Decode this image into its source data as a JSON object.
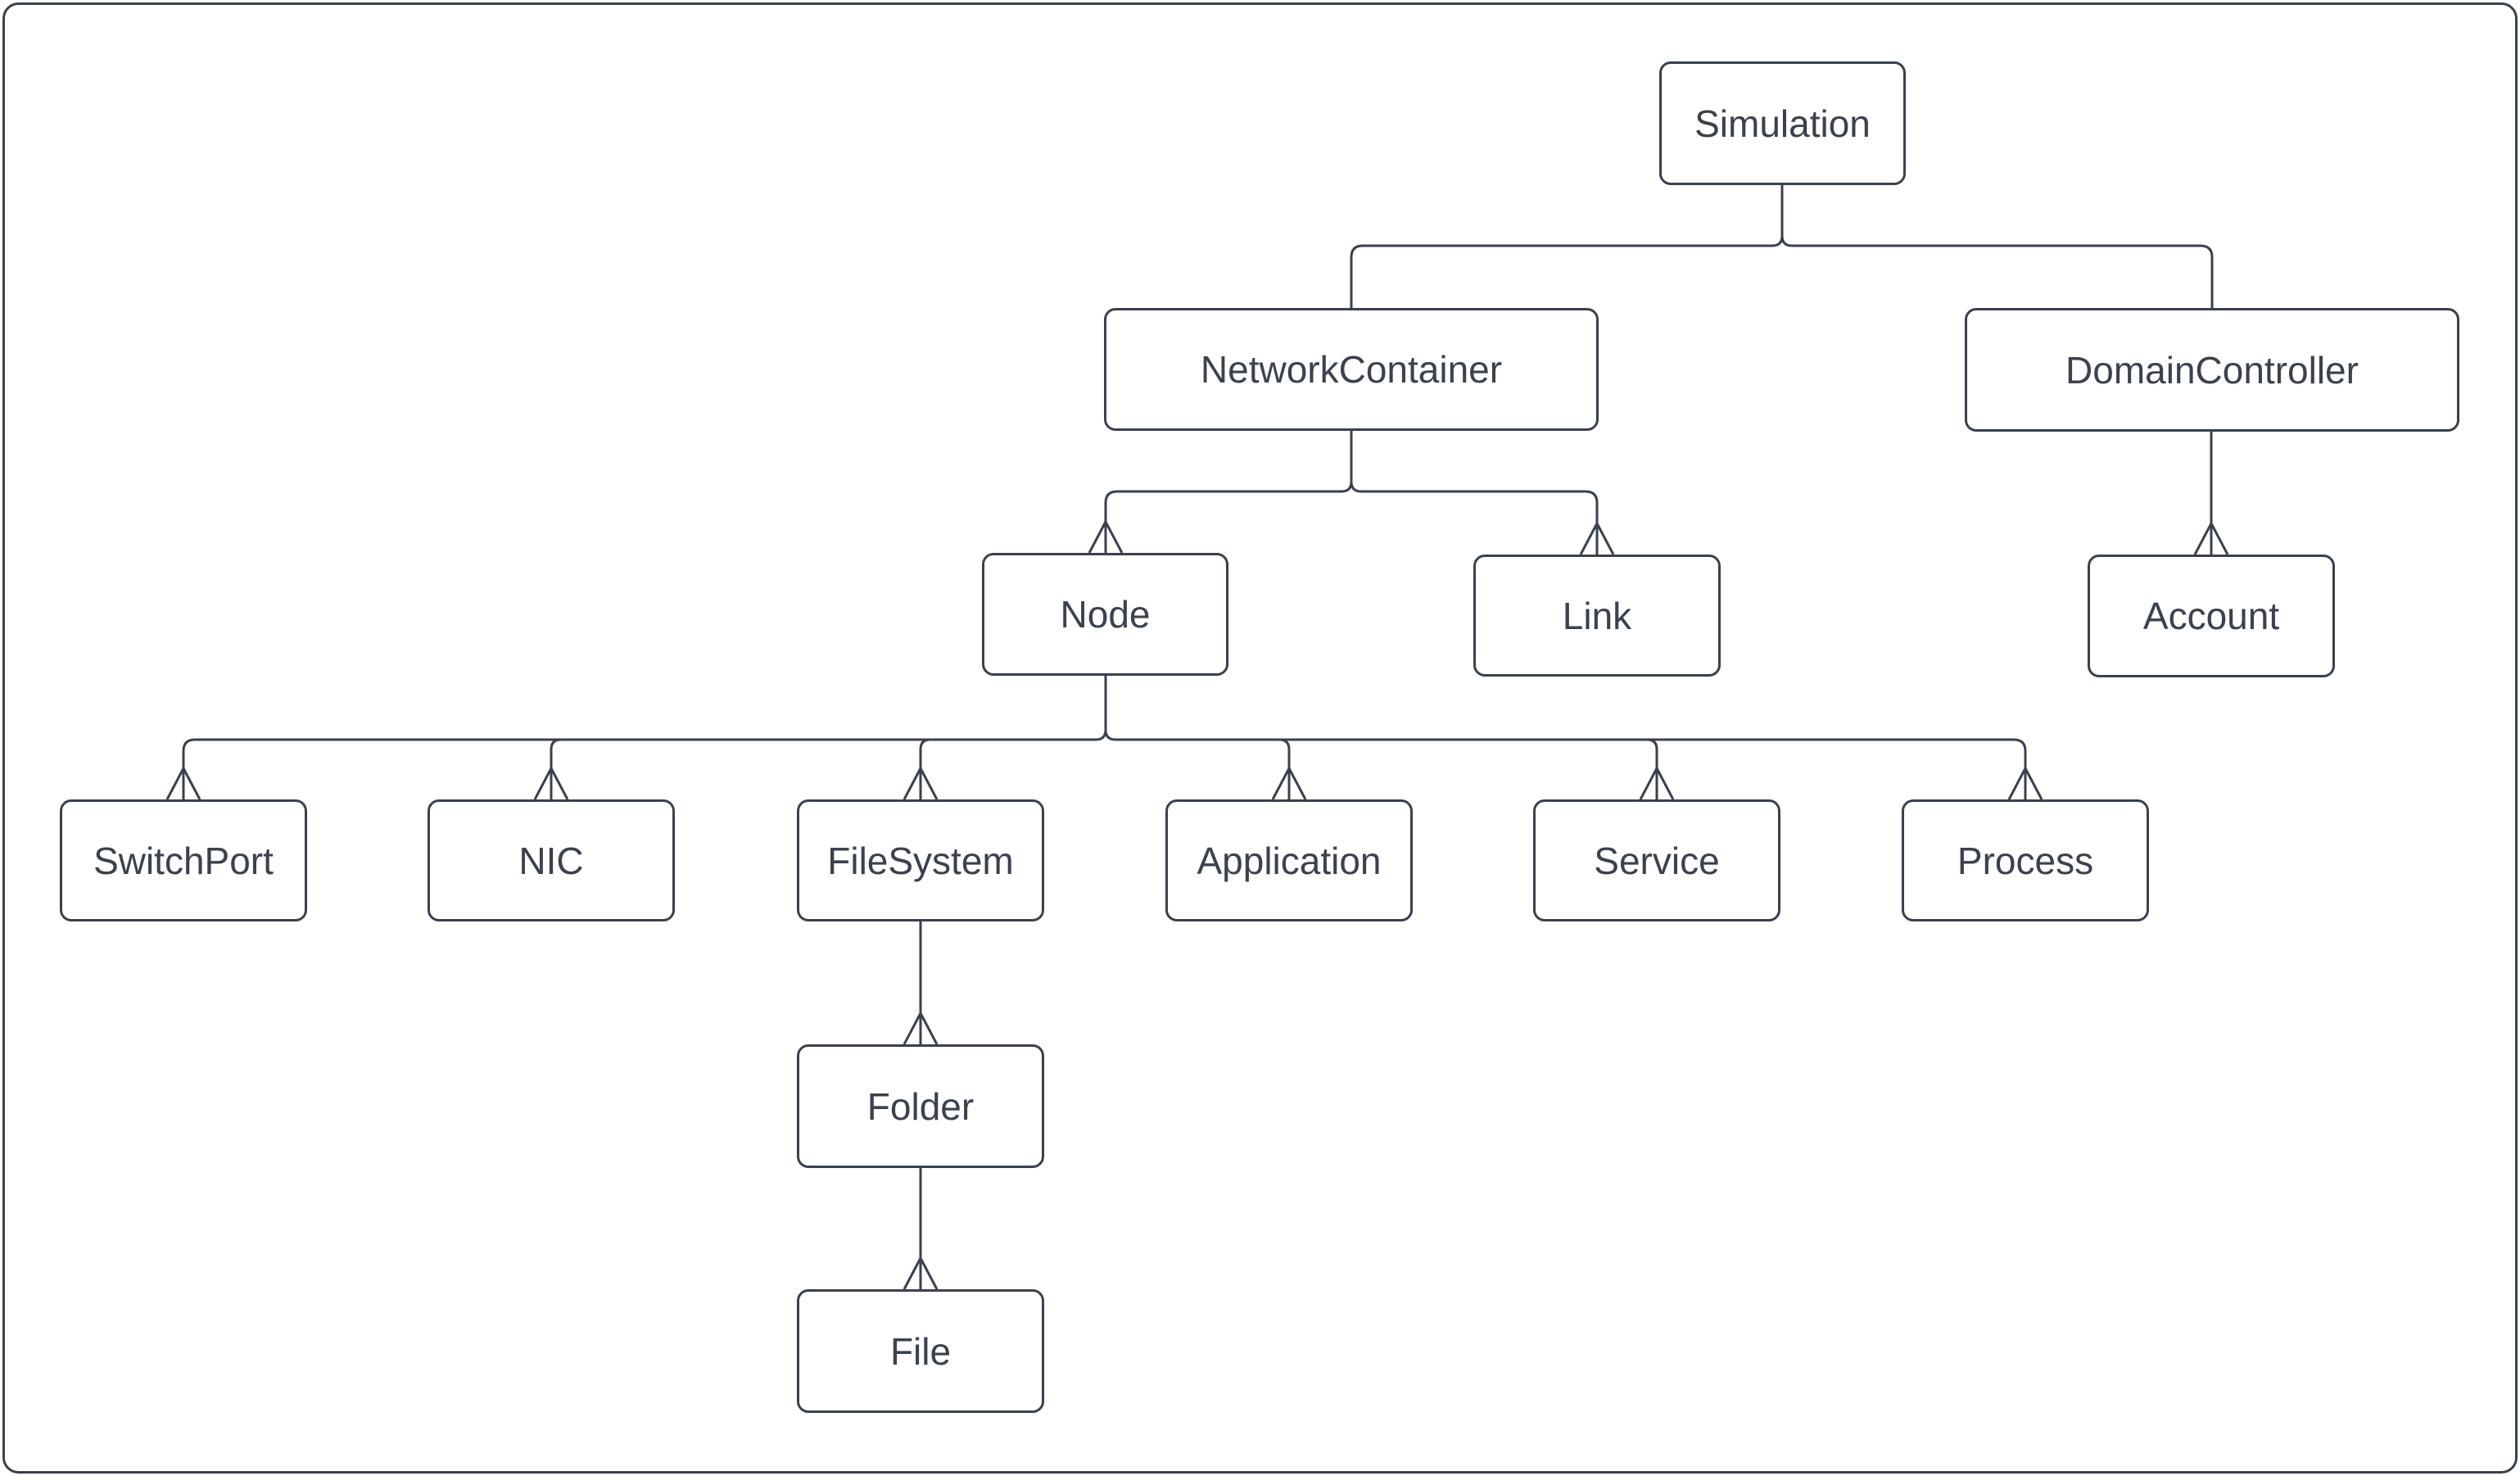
{
  "canvas": {
    "background_color": "#ffffff",
    "stroke_color": "#3a414d",
    "text_color": "#3b424d"
  },
  "nodes": [
    {
      "id": "simulation",
      "label": "Simulation"
    },
    {
      "id": "network-container",
      "label": "NetworkContainer"
    },
    {
      "id": "domain-controller",
      "label": "DomainController"
    },
    {
      "id": "node",
      "label": "Node"
    },
    {
      "id": "link",
      "label": "Link"
    },
    {
      "id": "account",
      "label": "Account"
    },
    {
      "id": "switch-port",
      "label": "SwitchPort"
    },
    {
      "id": "nic",
      "label": "NIC"
    },
    {
      "id": "file-system",
      "label": "FileSystem"
    },
    {
      "id": "application",
      "label": "Application"
    },
    {
      "id": "service",
      "label": "Service"
    },
    {
      "id": "process",
      "label": "Process"
    },
    {
      "id": "folder",
      "label": "Folder"
    },
    {
      "id": "file",
      "label": "File"
    }
  ],
  "edges": [
    {
      "from": "Simulation",
      "to": "NetworkContainer",
      "arrowhead_at_child": false
    },
    {
      "from": "Simulation",
      "to": "DomainController",
      "arrowhead_at_child": false
    },
    {
      "from": "NetworkContainer",
      "to": "Node",
      "arrowhead_at_child": true
    },
    {
      "from": "NetworkContainer",
      "to": "Link",
      "arrowhead_at_child": true
    },
    {
      "from": "DomainController",
      "to": "Account",
      "arrowhead_at_child": true
    },
    {
      "from": "Node",
      "to": "SwitchPort",
      "arrowhead_at_child": true
    },
    {
      "from": "Node",
      "to": "NIC",
      "arrowhead_at_child": true
    },
    {
      "from": "Node",
      "to": "FileSystem",
      "arrowhead_at_child": true
    },
    {
      "from": "Node",
      "to": "Application",
      "arrowhead_at_child": true
    },
    {
      "from": "Node",
      "to": "Service",
      "arrowhead_at_child": true
    },
    {
      "from": "Node",
      "to": "Process",
      "arrowhead_at_child": true
    },
    {
      "from": "FileSystem",
      "to": "Folder",
      "arrowhead_at_child": true
    },
    {
      "from": "Folder",
      "to": "File",
      "arrowhead_at_child": true
    }
  ]
}
